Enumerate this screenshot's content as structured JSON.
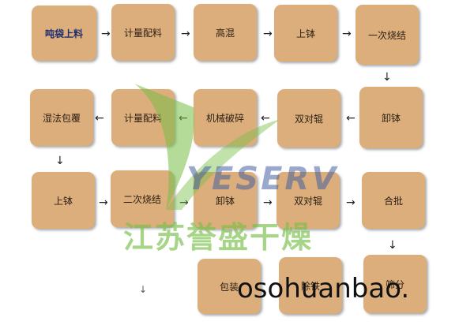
{
  "steps": [
    "吨袋上料",
    "计量配料",
    "高混",
    "上钵",
    "一次烧结",
    "卸钵",
    "双对辊",
    "机械破碎",
    "计量配料",
    "湿法包覆",
    "上钵",
    "二次烧结",
    "卸钵",
    "双对辊",
    "合批",
    "筛分",
    "除铁",
    "包装"
  ],
  "arrows": {
    "right": "→",
    "left": "←",
    "down": "↓"
  },
  "watermark": {
    "logo_text": "YESERV",
    "company_name": "江苏誉盛干燥",
    "url_text": "osohuanbao."
  },
  "colors": {
    "box_fill": "#dcae7c",
    "logo_blue": "#4660a0",
    "logo_green": "#78be46"
  }
}
